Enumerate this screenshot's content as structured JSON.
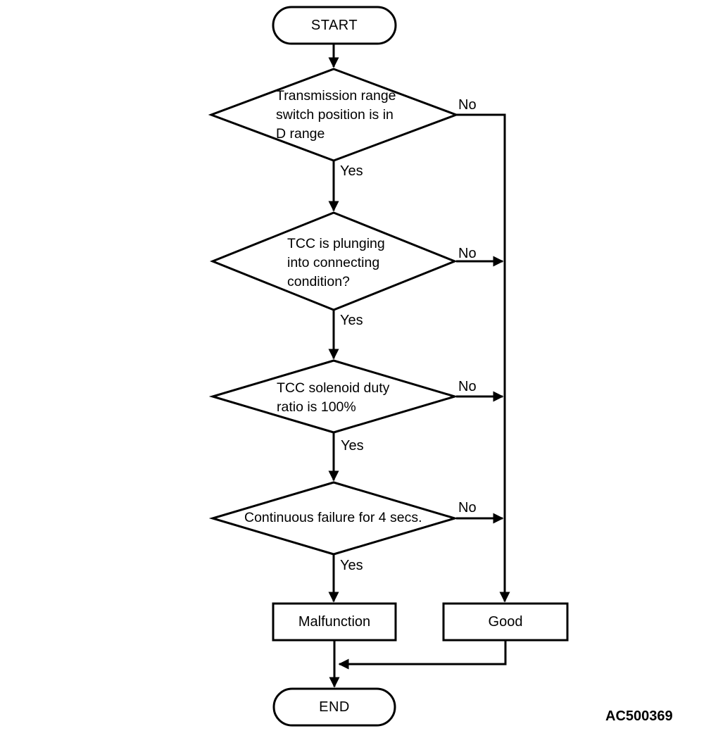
{
  "figure": {
    "code": "AC500369"
  },
  "nodes": {
    "start": {
      "label": "START"
    },
    "decision_range": {
      "lines": [
        "Transmission range",
        "switch position is in",
        "D range"
      ]
    },
    "decision_tcc_plunge": {
      "lines": [
        "TCC is plunging",
        "into connecting",
        "condition?"
      ]
    },
    "decision_duty": {
      "lines": [
        "TCC solenoid duty",
        "ratio is 100%"
      ]
    },
    "decision_failure": {
      "lines": [
        "Continuous failure for 4 secs."
      ]
    },
    "malfunction": {
      "label": "Malfunction"
    },
    "good": {
      "label": "Good"
    },
    "end": {
      "label": "END"
    }
  },
  "branch_labels": {
    "yes": "Yes",
    "no": "No"
  },
  "colors": {
    "line": "#000000",
    "background": "#ffffff",
    "text": "#000000"
  }
}
